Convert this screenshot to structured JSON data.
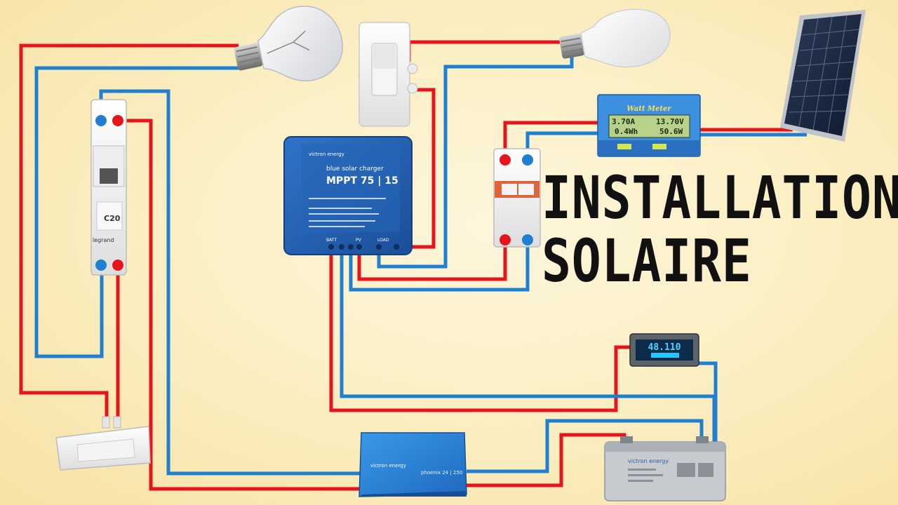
{
  "title": {
    "line1": "INSTALLATION",
    "line2": "SOLAIRE"
  },
  "colors": {
    "positive_wire": "#e8141b",
    "negative_wire": "#1f7fd0",
    "victron_blue": "#1f5fb3",
    "background": "#fbefc4"
  },
  "charge_controller": {
    "brand": "victron energy",
    "product_line": "blue solar charger",
    "model": "MPPT 75 | 15",
    "terminals": [
      "BATT",
      "PV",
      "LOAD"
    ]
  },
  "watt_meter": {
    "label": "Watt Meter",
    "reading_current": "3.70A",
    "reading_voltage": "13.70V",
    "reading_energy": "0.4Wh",
    "reading_power": "50.6W"
  },
  "battery_monitor": {
    "reading": "48.110"
  },
  "circuit_breaker": {
    "rating": "C20",
    "brand": "legrand"
  },
  "inverter": {
    "brand": "victron energy",
    "product": "phoenix 24 | 250"
  },
  "battery": {
    "brand": "victron energy"
  },
  "icons": [
    "incandescent-bulb-icon",
    "led-bulb-icon",
    "light-switch-icon",
    "solar-panel-icon",
    "dc-breaker-icon",
    "battery-icon"
  ]
}
